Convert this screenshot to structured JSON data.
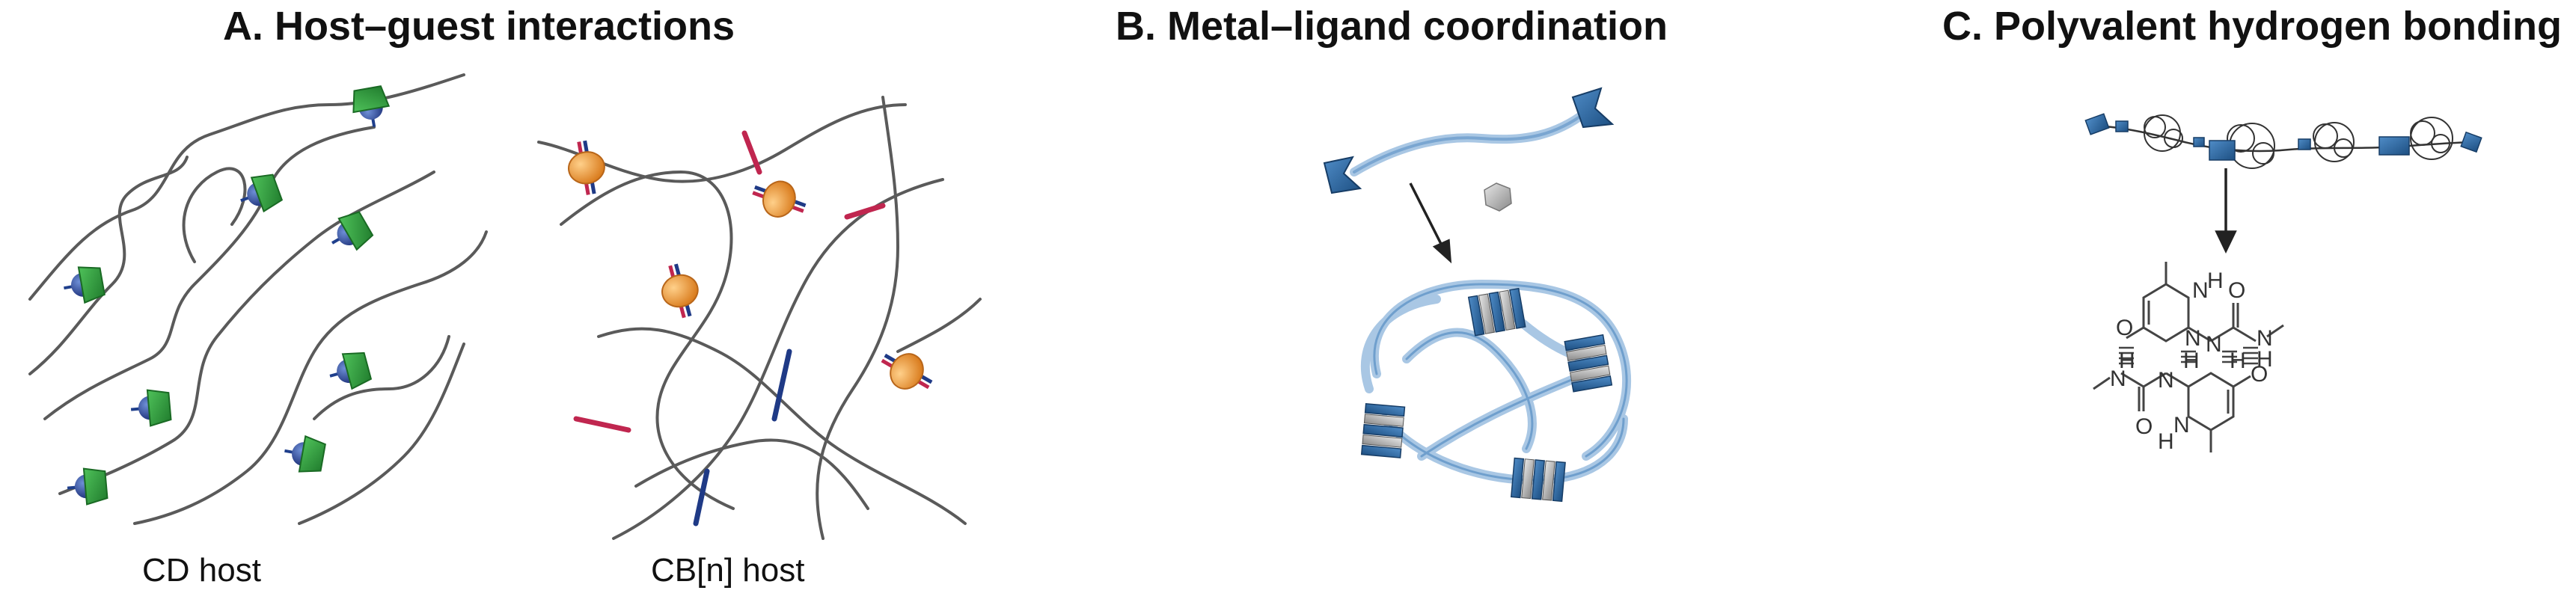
{
  "panels": {
    "a": {
      "title": "A. Host–guest interactions",
      "left_caption": "CD host",
      "right_caption": "CB[n] host"
    },
    "b": {
      "title": "B. Metal–ligand coordination"
    },
    "c": {
      "title": "C. Polyvalent hydrogen bonding",
      "atoms": {
        "H": "H",
        "N": "N",
        "O": "O"
      }
    }
  },
  "colors": {
    "chain": "#5a5a5a",
    "cd_green": "#2e9a3a",
    "guest_blue": "#1f3f8c",
    "cb_orange": "#e8962a",
    "rod_red": "#c0264f",
    "rod_blue": "#1f3a86",
    "ligand_blue": "#2f6fa6",
    "ligand_light": "#a9c7e4"
  }
}
